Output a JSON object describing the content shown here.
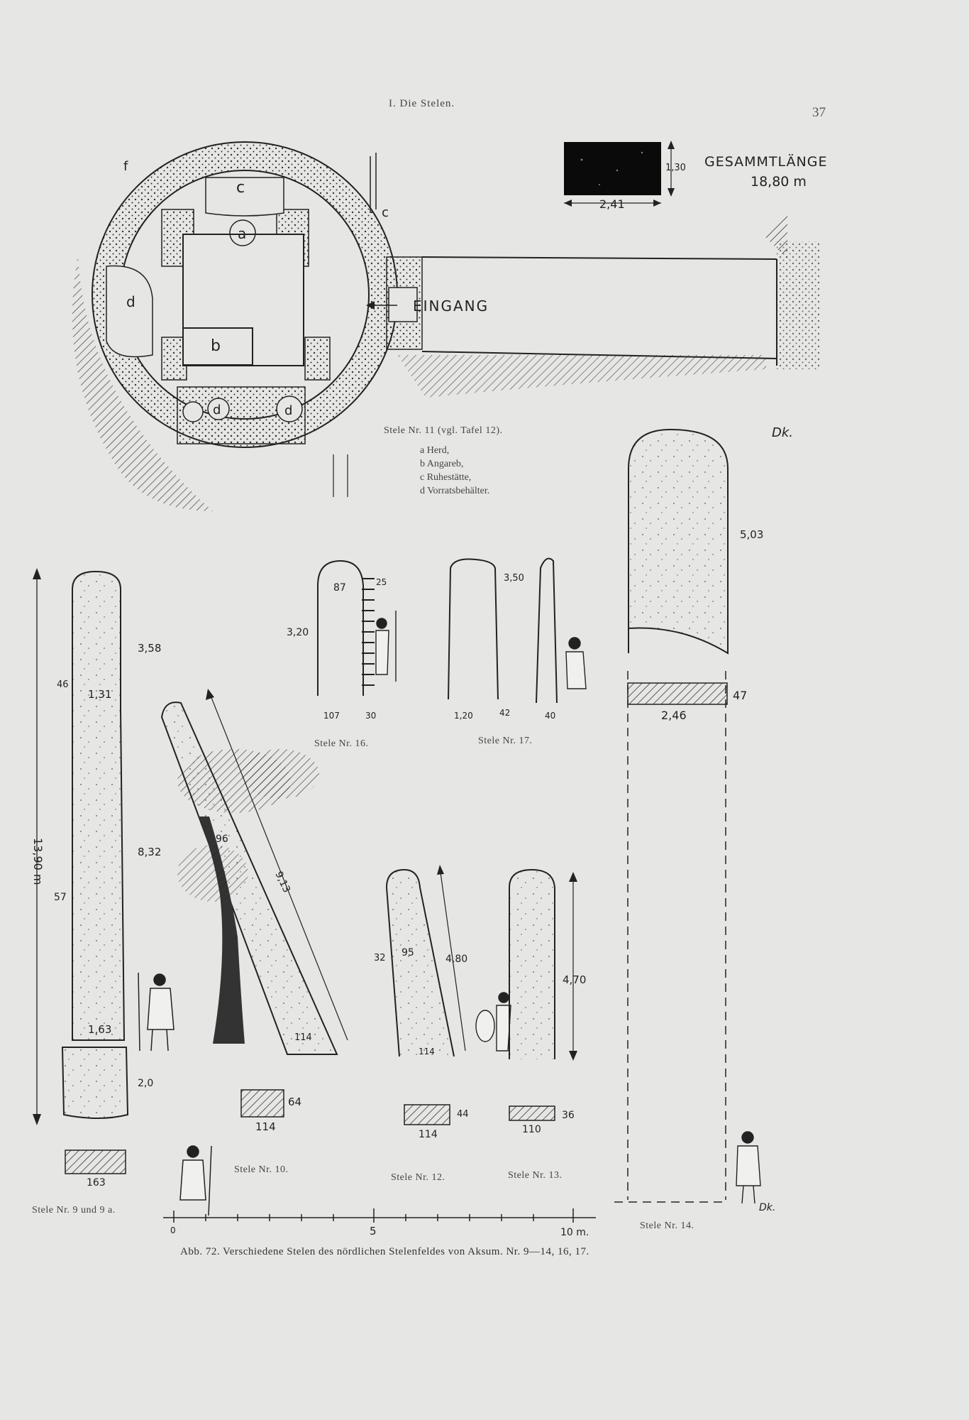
{
  "header": {
    "running_title": "I. Die Stelen.",
    "page_number": "37"
  },
  "plan": {
    "labels": {
      "a": "a",
      "b": "b",
      "c": "c",
      "d": "d",
      "f": "f"
    },
    "entrance": "EINGANG",
    "block_width": "2,41",
    "block_height": "1,30",
    "total_length_label": "GESAMMTLÄNGE",
    "total_length_value": "18,80 m",
    "signature": "Dk."
  },
  "stele11": {
    "caption": "Stele Nr. 11 (vgl. Tafel 12).",
    "legend": [
      "a Herd,",
      "b Angareb,",
      "c Ruhestätte,",
      "d Vorratsbehälter."
    ]
  },
  "stele9": {
    "caption": "Stele Nr. 9 und 9 a.",
    "dims": {
      "total": "13,90 m",
      "top": "3,58",
      "upper": "46",
      "w1": "1,31",
      "mid": "8,32",
      "side": "57",
      "base_w": "1,63",
      "base_h": "2,0",
      "section": "163"
    }
  },
  "stele10": {
    "caption": "Stele Nr. 10.",
    "dims": {
      "width": "96",
      "length": "9,13",
      "base": "114",
      "sec_w": "114",
      "sec_h": "64"
    }
  },
  "stele16": {
    "caption": "Stele Nr. 16.",
    "dims": {
      "top": "87",
      "side": "25",
      "height": "3,20",
      "base": "107",
      "depth": "30"
    }
  },
  "stele17": {
    "caption": "Stele Nr. 17.",
    "dims": {
      "height": "3,50",
      "base": "1,20",
      "d1": "42",
      "d2": "40"
    }
  },
  "stele12": {
    "caption": "Stele Nr. 12.",
    "dims": {
      "side": "32",
      "width": "95",
      "height": "4,80",
      "base": "114",
      "sec_w": "114",
      "sec_h": "44"
    }
  },
  "stele13": {
    "caption": "Stele Nr. 13.",
    "dims": {
      "height": "4,70",
      "sec_w": "110",
      "sec_h": "36"
    }
  },
  "stele14": {
    "caption": "Stele Nr. 14.",
    "dims": {
      "height": "5,03",
      "sec_w": "2,46",
      "sec_h": "47"
    },
    "signature": "Dk."
  },
  "scale": {
    "zero": "0",
    "five": "5",
    "ten": "10 m."
  },
  "figure_caption": "Abb. 72. Verschiedene Stelen des nördlichen Stelenfeldes von Aksum. Nr. 9—14, 16, 17."
}
